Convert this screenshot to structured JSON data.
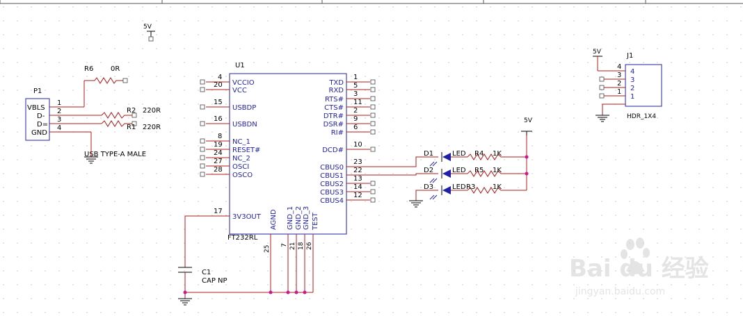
{
  "u1": {
    "ref": "U1",
    "part": "FT232RL",
    "left_pins": [
      {
        "num": "4",
        "name": "VCCIO"
      },
      {
        "num": "20",
        "name": "VCC"
      },
      {
        "num": "15",
        "name": "USBDP"
      },
      {
        "num": "16",
        "name": "USBDN"
      },
      {
        "num": "8",
        "name": "NC_1"
      },
      {
        "num": "19",
        "name": "RESET#"
      },
      {
        "num": "24",
        "name": "NC_2"
      },
      {
        "num": "27",
        "name": "OSCI"
      },
      {
        "num": "28",
        "name": "OSCO"
      },
      {
        "num": "17",
        "name": "3V3OUT"
      }
    ],
    "right_pins": [
      {
        "num": "1",
        "name": "TXD"
      },
      {
        "num": "5",
        "name": "RXD"
      },
      {
        "num": "3",
        "name": "RTS#"
      },
      {
        "num": "11",
        "name": "CTS#"
      },
      {
        "num": "2",
        "name": "DTR#"
      },
      {
        "num": "9",
        "name": "DSR#"
      },
      {
        "num": "10",
        "name": "DCD#"
      },
      {
        "num": "6",
        "name": "RI#"
      },
      {
        "num": "23",
        "name": "CBUS0"
      },
      {
        "num": "22",
        "name": "CBUS1"
      },
      {
        "num": "13",
        "name": "CBUS2"
      },
      {
        "num": "14",
        "name": "CBUS3"
      },
      {
        "num": "12",
        "name": "CBUS4"
      }
    ],
    "bottom_pins": [
      {
        "num": "25",
        "name": "AGND"
      },
      {
        "num": "7",
        "name": "GND_1"
      },
      {
        "num": "21",
        "name": "GND_2"
      },
      {
        "num": "18",
        "name": "GND_3"
      },
      {
        "num": "26",
        "name": "TEST"
      }
    ]
  },
  "p1": {
    "ref": "P1",
    "value": "USB TYPE-A MALE",
    "pins": [
      {
        "num": "1",
        "name": "VBLS"
      },
      {
        "num": "2",
        "name": "D-"
      },
      {
        "num": "3",
        "name": "D="
      },
      {
        "num": "4",
        "name": "GND"
      }
    ]
  },
  "j1": {
    "ref": "J1",
    "value": "HDR_1X4",
    "pins": [
      "4",
      "3",
      "2",
      "1"
    ],
    "inner_pins": [
      "4",
      "3",
      "2",
      "1"
    ]
  },
  "resistors": [
    {
      "ref": "R6",
      "value": "0R"
    },
    {
      "ref": "R2",
      "value": "220R"
    },
    {
      "ref": "R1",
      "value": "220R"
    },
    {
      "ref": "R4",
      "value": "1K"
    },
    {
      "ref": "R5",
      "value": "1K"
    },
    {
      "ref": "R3",
      "value": "1K"
    }
  ],
  "leds": [
    {
      "ref": "D1",
      "value": "LED"
    },
    {
      "ref": "D2",
      "value": "LED"
    },
    {
      "ref": "D3",
      "value": "LED"
    }
  ],
  "capacitor": {
    "ref": "C1",
    "value": "CAP NP"
  },
  "power": {
    "top": "5V",
    "j1": "5V",
    "led": "5V"
  },
  "colors": {
    "wire": "#b01818",
    "body": "#1f1fa8",
    "junction": "#d0168e",
    "grid": "#c8c8c8"
  },
  "watermark": {
    "brand": "Bai du 经验",
    "url": "jingyan.baidu.com"
  }
}
